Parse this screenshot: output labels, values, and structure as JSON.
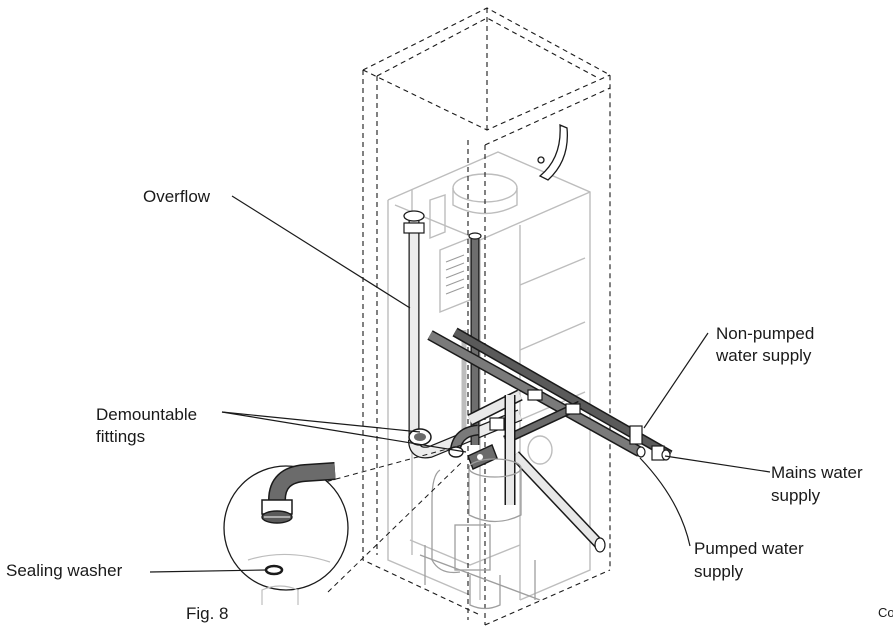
{
  "figure": {
    "caption": "Fig. 8",
    "corner_fragment": "Co"
  },
  "labels": {
    "overflow": "Overflow",
    "demountable_fittings": [
      "Demountable",
      "fittings"
    ],
    "sealing_washer": "Sealing washer",
    "non_pumped": [
      "Non-pumped",
      "water supply"
    ],
    "mains": [
      "Mains water",
      "supply"
    ],
    "pumped": [
      "Pumped water",
      "supply"
    ]
  },
  "colors": {
    "line": "#1a1a1a",
    "tank_outline": "#bfbfbf",
    "pipe_dark": "#5a5a5a",
    "pipe_light": "#e6e6e6"
  }
}
